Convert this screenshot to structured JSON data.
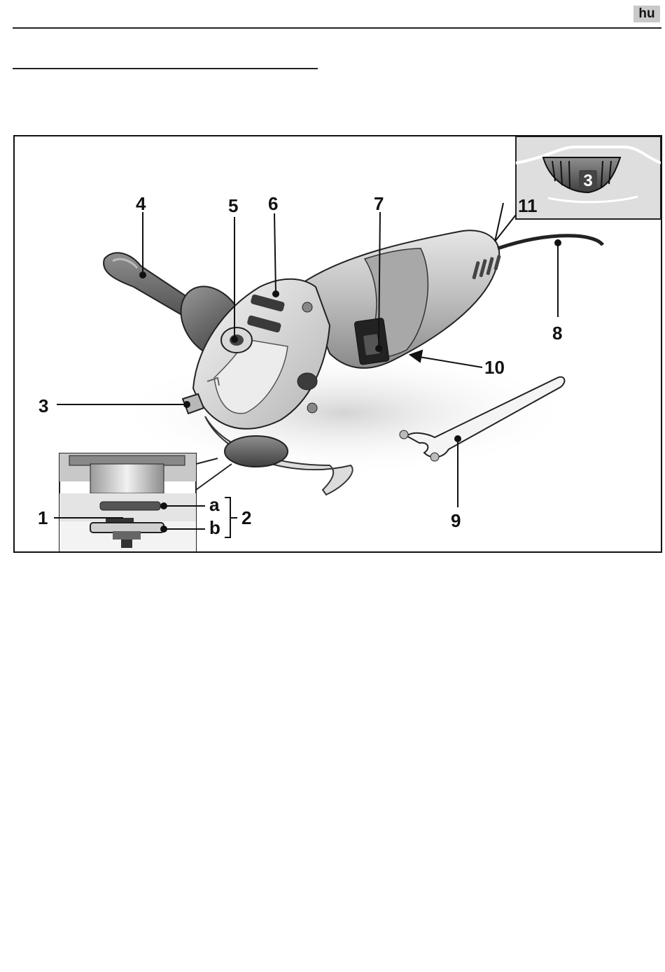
{
  "header": {
    "language_code": "hu"
  },
  "figure": {
    "callouts": {
      "c1": "1",
      "c2": "2",
      "c2a": "a",
      "c2b": "b",
      "c3": "3",
      "c4": "4",
      "c5": "5",
      "c6": "6",
      "c7": "7",
      "c8": "8",
      "c9": "9",
      "c10": "10",
      "c11": "11"
    },
    "dial_value": "3"
  }
}
